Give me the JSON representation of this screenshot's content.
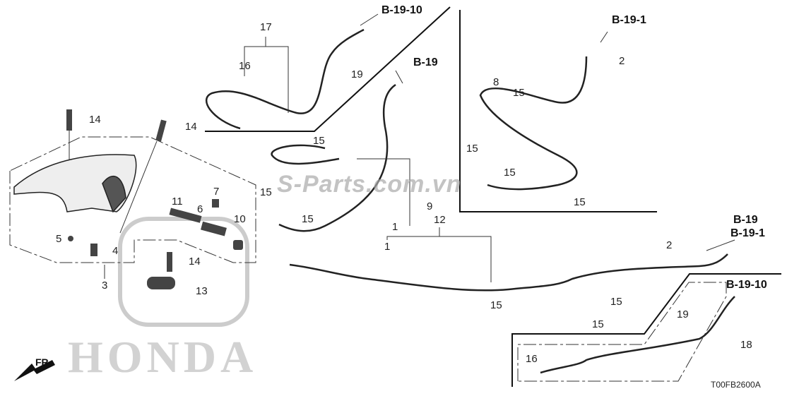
{
  "diagram": {
    "code": "T00FB2600A",
    "front_label": "FR.",
    "watermark": "S-Parts.com.vn",
    "logo_text": "HONDA",
    "refs": {
      "top_b1910": "B-19-10",
      "top_b19": "B-19",
      "top_b191": "B-19-1",
      "right_b19": "B-19",
      "right_b191": "B-19-1",
      "bottom_b1910": "B-19-10"
    },
    "callouts": {
      "c17": "17",
      "c16a": "16",
      "c19a": "19",
      "c8": "8",
      "c2a": "2",
      "c15a": "15",
      "c15b": "15",
      "c15c": "15",
      "c15d": "15",
      "c15e": "15",
      "c15f": "15",
      "c15g": "15",
      "c9": "9",
      "c1a": "1",
      "c12": "12",
      "c1b": "1",
      "c14a": "14",
      "c14b": "14",
      "c11": "11",
      "c7": "7",
      "c6": "6",
      "c10": "10",
      "c5": "5",
      "c4": "4",
      "c3": "3",
      "c14c": "14",
      "c13": "13",
      "c2b": "2",
      "c15h": "15",
      "c15i": "15",
      "c15j": "15",
      "c19b": "19",
      "c18": "18",
      "c16b": "16"
    }
  }
}
